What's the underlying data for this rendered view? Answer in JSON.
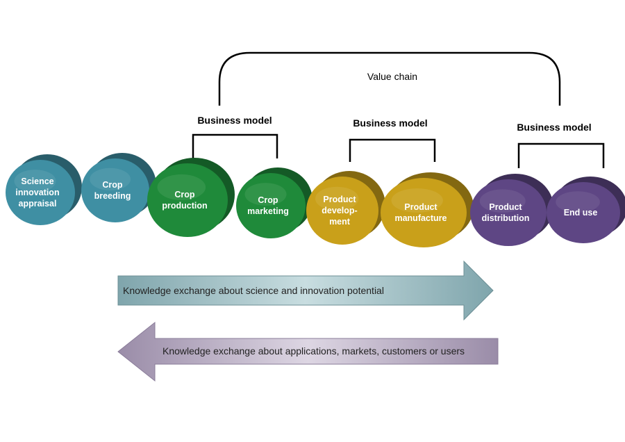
{
  "value_chain": {
    "label": "Value chain"
  },
  "business_models": [
    {
      "label": "Business model"
    },
    {
      "label": "Business model"
    },
    {
      "label": "Business model"
    }
  ],
  "stages": [
    {
      "lines": [
        "Science",
        "innovation",
        "appraisal"
      ],
      "color": "#3f8fa3"
    },
    {
      "lines": [
        "Crop",
        "breeding"
      ],
      "color": "#3f8fa3"
    },
    {
      "lines": [
        "Crop",
        "production"
      ],
      "color": "#1f8a3a"
    },
    {
      "lines": [
        "Crop",
        "marketing"
      ],
      "color": "#1f8a3a"
    },
    {
      "lines": [
        "Product",
        "develop-",
        "ment"
      ],
      "color": "#c9a01a"
    },
    {
      "lines": [
        "Product",
        "manufacture"
      ],
      "color": "#c9a01a"
    },
    {
      "lines": [
        "Product",
        "distribution"
      ],
      "color": "#5e4684"
    },
    {
      "lines": [
        "End use"
      ],
      "color": "#5e4684"
    }
  ],
  "arrows": {
    "forward": {
      "label": "Knowledge exchange about science and innovation potential",
      "color": "#8fb3b9"
    },
    "backward": {
      "label": "Knowledge exchange about applications, markets, customers or users",
      "color": "#a89bb5"
    }
  }
}
